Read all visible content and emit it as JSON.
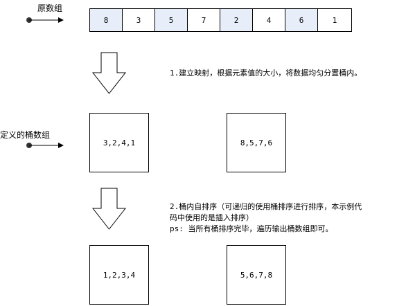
{
  "labels": {
    "original_array": "原数组",
    "defined_buckets": "定义的桶数组"
  },
  "array": {
    "values": [
      "8",
      "3",
      "5",
      "7",
      "2",
      "4",
      "6",
      "1"
    ],
    "shaded": [
      true,
      false,
      true,
      false,
      true,
      false,
      true,
      false
    ]
  },
  "step1": {
    "text": "1.建立映射，根据元素值的大小，将数据均匀分置桶内。"
  },
  "step2": {
    "line1": "2.桶内自排序（可递归的使用桶排序进行排序，本示例代",
    "line2": "码中使用的是插入排序）",
    "line3": "ps: 当所有桶排序完毕，遍历输出桶数组即可。"
  },
  "buckets_before": [
    "3,2,4,1",
    "8,5,7,6"
  ],
  "buckets_after": [
    "1,2,3,4",
    "5,6,7,8"
  ],
  "colors": {
    "shaded_cell": "#e8eef9",
    "stroke": "#000000"
  }
}
